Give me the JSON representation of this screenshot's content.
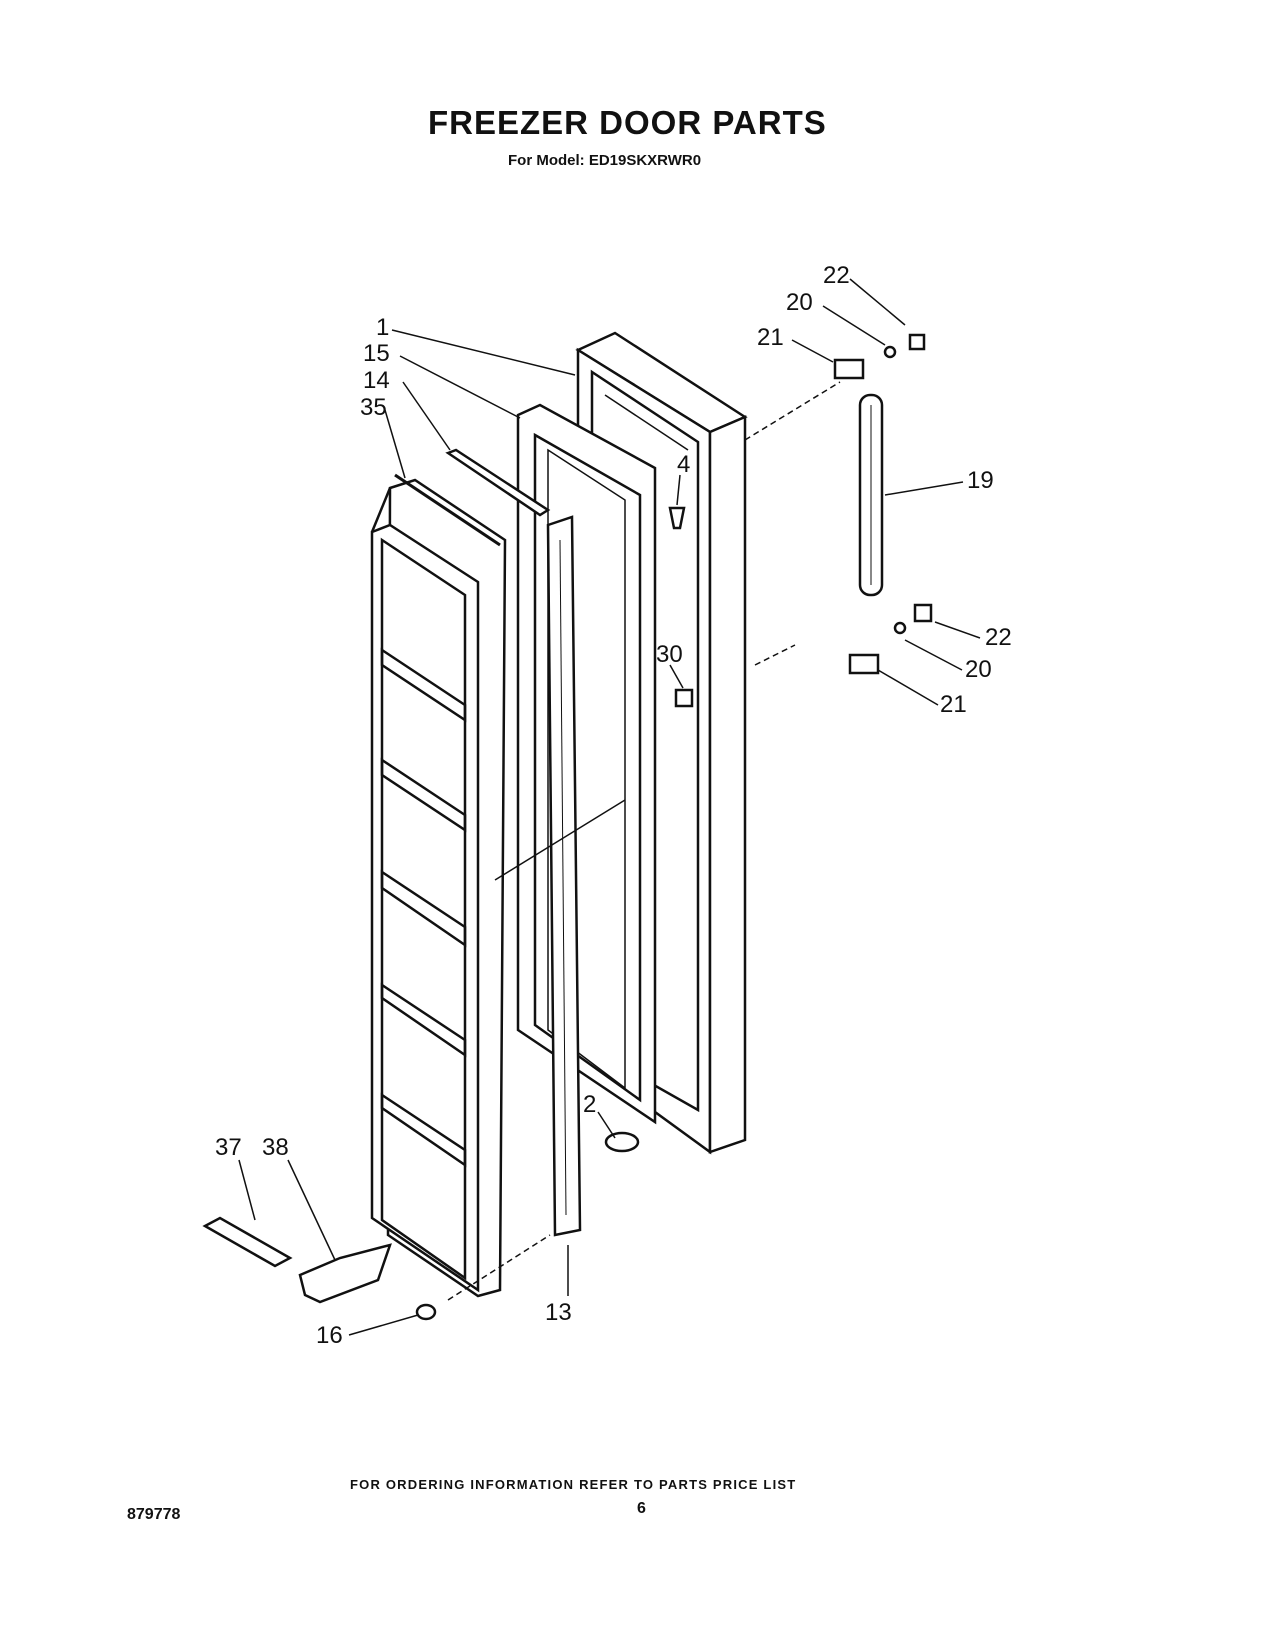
{
  "header": {
    "title": "FREEZER DOOR PARTS",
    "subtitle": "For Model: ED19SKXRWR0"
  },
  "callouts": [
    "1",
    "15",
    "14",
    "35",
    "4",
    "30",
    "2",
    "13",
    "16",
    "37",
    "38",
    "19",
    "20",
    "21",
    "22"
  ],
  "callout_labels": {
    "c1": "1",
    "c15": "15",
    "c14": "14",
    "c35": "35",
    "c4": "4",
    "c30": "30",
    "c2": "2",
    "c13": "13",
    "c16": "16",
    "c37": "37",
    "c38": "38",
    "c19": "19",
    "c22a": "22",
    "c20a": "20",
    "c21a": "21",
    "c22b": "22",
    "c20b": "20",
    "c21b": "21"
  },
  "footer": {
    "ordering_note": "FOR ORDERING INFORMATION REFER TO PARTS PRICE LIST",
    "document_number": "879778",
    "page_number": "6"
  },
  "colors": {
    "ink": "#111111",
    "paper": "#ffffff"
  }
}
